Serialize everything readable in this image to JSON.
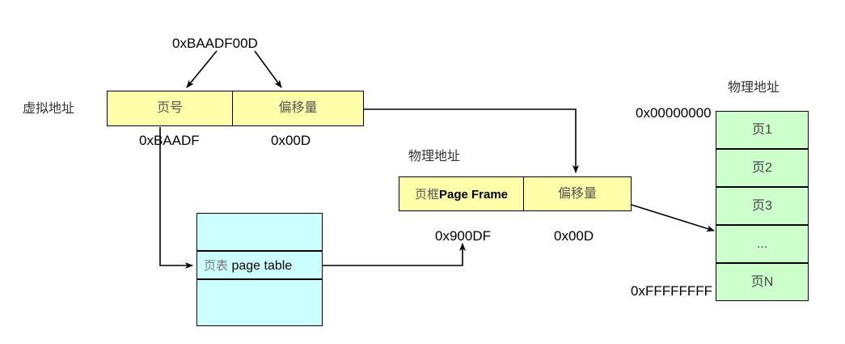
{
  "diagram": {
    "title_virtual_address": "虚拟地址",
    "top_address": "0xBAADF00D",
    "virtual_address_box": {
      "fields": [
        {
          "label": "页号",
          "value": "0xBAADF"
        },
        {
          "label": "偏移量",
          "value": "0x00D"
        }
      ]
    },
    "page_table_box": {
      "rows": [
        "",
        "页表 page table",
        ""
      ],
      "label_cn": "页表",
      "label_en": "page table"
    },
    "physical_address_box": {
      "caption": "物理地址",
      "fields": [
        {
          "label_cn": "页框",
          "label_en": "Page Frame",
          "value": "0x900DF"
        },
        {
          "label_cn": "偏移量",
          "label_en": "",
          "value": "0x00D"
        }
      ]
    },
    "memory_column": {
      "caption": "物理地址",
      "start_address": "0x00000000",
      "end_address": "0xFFFFFFFF",
      "rows": [
        "页1",
        "页2",
        "页3",
        "...",
        "页N"
      ]
    },
    "colors": {
      "address_box_fill": "#ffffaa",
      "page_table_fill": "#ccffff",
      "memory_fill": "#ccffcc",
      "stroke": "#000000"
    }
  }
}
